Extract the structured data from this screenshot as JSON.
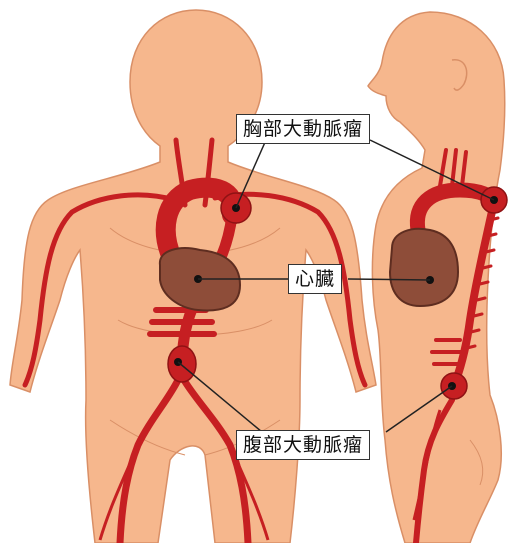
{
  "labels": {
    "thoracic_aneurysm": "胸部大動脈瘤",
    "heart": "心臓",
    "abdominal_aneurysm": "腹部大動脈瘤"
  },
  "colors": {
    "skin": "#f6b78d",
    "skin_outline": "#d98f66",
    "artery": "#c61f22",
    "artery_dark": "#8f1214",
    "heart": "#8e4d39",
    "heart_dark": "#5e2d20",
    "leader_line": "#222222"
  },
  "icons": {
    "front_figure": "human-body-front-icon",
    "side_figure": "human-body-side-icon"
  }
}
